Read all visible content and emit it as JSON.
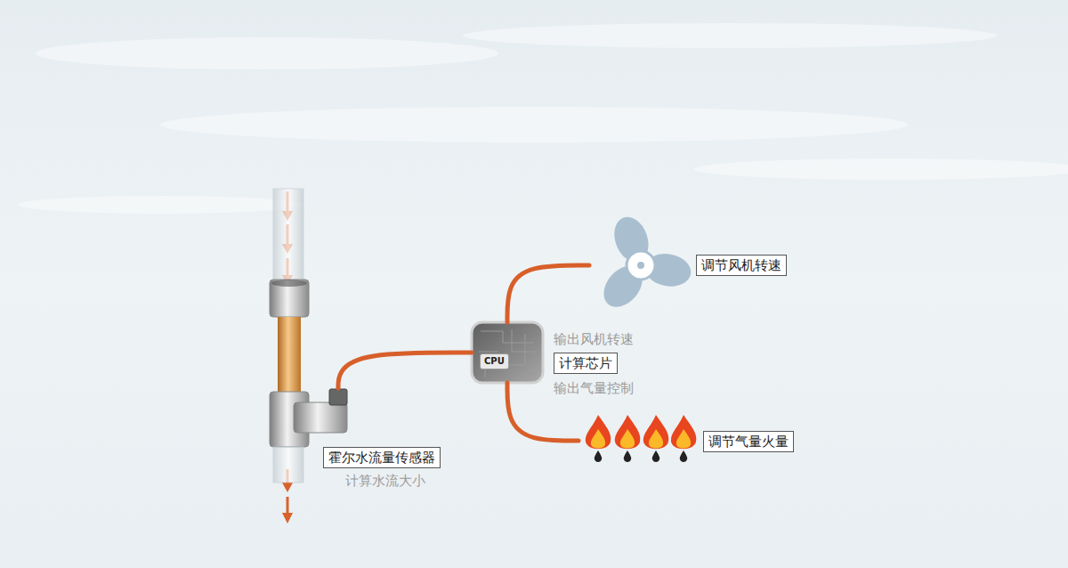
{
  "diagram": {
    "nodes": [
      {
        "text": [
          "霍尔水流量传感器",
          "计算水流大小"
        ]
      },
      {
        "text": [
          "CPU",
          "输出风机转速",
          "计算芯片",
          "输出气量控制"
        ]
      },
      {
        "text": [
          "调节风机转速"
        ]
      },
      {
        "text": [
          "调节气量火量"
        ]
      }
    ],
    "edges": [
      {
        "from": 0,
        "to": 1,
        "arrow": "none"
      },
      {
        "from": 1,
        "to": 2,
        "arrow": "none"
      },
      {
        "from": 1,
        "to": 3,
        "arrow": "none"
      }
    ]
  }
}
